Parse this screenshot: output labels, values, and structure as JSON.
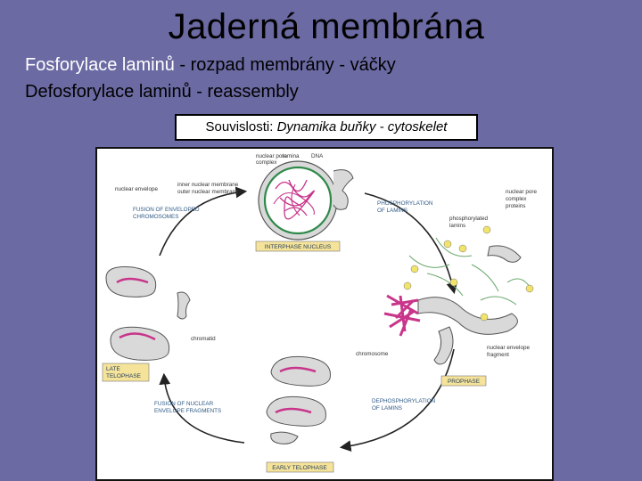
{
  "title": "Jaderná membrána",
  "line1": {
    "highlight": "Fosforylace laminů",
    "rest": " - rozpad membrány - váčky"
  },
  "line2": "Defosforylace laminů - reassembly",
  "link": {
    "prefix": "Souvislosti: ",
    "text": "Dynamika buňky - cytoskelet"
  },
  "figure": {
    "labels": {
      "nuclear_pore_complex_1": "nuclear pore",
      "nuclear_pore_complex_2": "complex",
      "lamina": "lamina",
      "dna": "DNA",
      "nuclear_envelope": "nuclear envelope",
      "inner_membrane": "inner nuclear membrane",
      "outer_membrane": "outer nuclear membrane",
      "fusion_chromosomes_1": "FUSION OF ENVELOPED",
      "fusion_chromosomes_2": "CHROMOSOMES",
      "phosphorylation_1": "PHOSPHORYLATION",
      "phosphorylation_2": "OF LAMINS",
      "npc_proteins_1": "nuclear pore",
      "npc_proteins_2": "complex",
      "npc_proteins_3": "proteins",
      "phosphorylated_1": "phosphorylated",
      "phosphorylated_2": "lamins",
      "chromatid": "chromatid",
      "chromosome": "chromosome",
      "envelope_fragment_1": "nuclear envelope",
      "envelope_fragment_2": "fragment",
      "fusion_fragments_1": "FUSION OF NUCLEAR",
      "fusion_fragments_2": "ENVELOPE FRAGMENTS",
      "dephosphorylation_1": "DEPHOSPHORYLATION",
      "dephosphorylation_2": "OF LAMINS",
      "p": "P"
    },
    "stages": {
      "interphase": "INTERPHASE NUCLEUS",
      "prophase": "PROPHASE",
      "late_telophase_1": "LATE",
      "late_telophase_2": "TELOPHASE",
      "early_telophase": "EARLY TELOPHASE"
    }
  }
}
